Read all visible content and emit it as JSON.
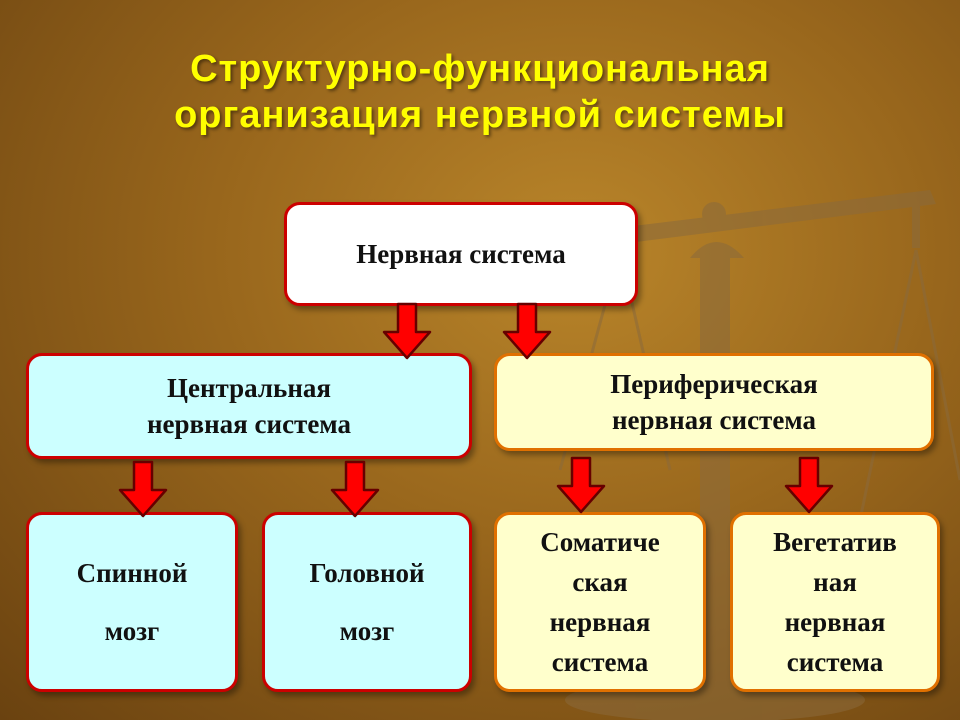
{
  "title": {
    "line1": "Структурно-функциональная",
    "line2": "организация нервной системы"
  },
  "nodes": {
    "root": {
      "lines": [
        "Нервная система"
      ]
    },
    "cns": {
      "lines": [
        "Центральная",
        "нервная система"
      ]
    },
    "pns": {
      "lines": [
        "Периферическая",
        "нервная система"
      ]
    },
    "spinal": {
      "lines": [
        "Спинной",
        "мозг"
      ]
    },
    "brain": {
      "lines": [
        "Головной",
        "мозг"
      ]
    },
    "somatic": {
      "lines": [
        "Соматиче",
        "ская",
        "нервная",
        "система"
      ]
    },
    "autonomic": {
      "lines": [
        "Вегетатив",
        "ная",
        "нервная",
        "система"
      ]
    }
  },
  "colors": {
    "title": "#ffff00",
    "border": "#cc0000",
    "arrow": "#ff0000",
    "root_fill": "#ffffff",
    "cns_fill": "#ccffff",
    "pns_fill": "#ffffcc"
  },
  "icons": {
    "background": "scales-icon",
    "connector": "down-arrow-icon"
  }
}
